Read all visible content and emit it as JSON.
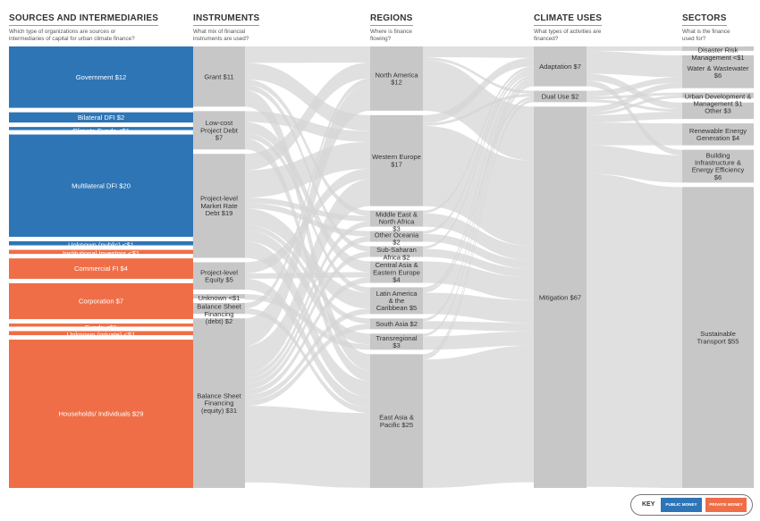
{
  "columns": {
    "sources": {
      "title": "SOURCES AND INTERMEDIARIES",
      "subtitle": "Which type of organizations are sources or intermediaries of capital for urban climate finance?"
    },
    "instruments": {
      "title": "INSTRUMENTS",
      "subtitle": "What mix of financial instruments are used?"
    },
    "regions": {
      "title": "REGIONS",
      "subtitle": "Where is finance flowing?"
    },
    "uses": {
      "title": "CLIMATE USES",
      "subtitle": "What types of activities are financed?"
    },
    "sectors": {
      "title": "SECTORS",
      "subtitle": "What is the finance used for?"
    }
  },
  "key": {
    "label": "KEY",
    "public": "PUBLIC MONEY",
    "private": "PRIVATE MONEY"
  },
  "colors": {
    "public": "#2e75b6",
    "private": "#ef6e47",
    "node": "#c7c7c7",
    "link": "#d5d5d5"
  },
  "chart_data": {
    "type": "sankey",
    "units": "$",
    "nodes": {
      "sources": [
        {
          "id": "gov",
          "label": "Government $12",
          "value": 12,
          "kind": "public"
        },
        {
          "id": "bdfi",
          "label": "Bilateral DFI $2",
          "value": 2,
          "kind": "public"
        },
        {
          "id": "cf",
          "label": "Climate Funds <$1",
          "value": 0.6,
          "kind": "public"
        },
        {
          "id": "mdfi",
          "label": "Multilateral DFI $20",
          "value": 20,
          "kind": "public"
        },
        {
          "id": "upub",
          "label": "Unknown (public) <$1",
          "value": 0.8,
          "kind": "public"
        },
        {
          "id": "inst",
          "label": "Institutional Investors <$1",
          "value": 0.8,
          "kind": "private"
        },
        {
          "id": "cfi",
          "label": "Commercial FI $4",
          "value": 4,
          "kind": "private"
        },
        {
          "id": "corp",
          "label": "Corporation $7",
          "value": 7,
          "kind": "private"
        },
        {
          "id": "funds",
          "label": "Funds <$1",
          "value": 0.6,
          "kind": "private"
        },
        {
          "id": "upriv",
          "label": "Unknown (private) <$1",
          "value": 0.8,
          "kind": "private"
        },
        {
          "id": "hh",
          "label": "Households/ Individuals $29",
          "value": 29,
          "kind": "private"
        }
      ],
      "instruments": [
        {
          "id": "grant",
          "label": "Grant $11",
          "value": 11
        },
        {
          "id": "lcpd",
          "label": "Low-cost Project Debt $7",
          "value": 7
        },
        {
          "id": "pmrd",
          "label": "Project-level Market Rate Debt $19",
          "value": 19
        },
        {
          "id": "peq",
          "label": "Project-level Equity $5",
          "value": 5
        },
        {
          "id": "unk",
          "label": "Unknown <$1",
          "value": 0.8
        },
        {
          "id": "bsd",
          "label": "Balance Sheet Financing (debt) $2",
          "value": 2
        },
        {
          "id": "bse",
          "label": "Balance Sheet Financing (equity) $31",
          "value": 31
        }
      ],
      "regions": [
        {
          "id": "na",
          "label": "North America $12",
          "value": 12
        },
        {
          "id": "we",
          "label": "Western Europe $17",
          "value": 17
        },
        {
          "id": "mena",
          "label": "Middle East & North Africa $3",
          "value": 3
        },
        {
          "id": "oo",
          "label": "Other Oceania $2",
          "value": 2
        },
        {
          "id": "ssa",
          "label": "Sub-Saharan Africa $2",
          "value": 2
        },
        {
          "id": "cae",
          "label": "Central Asia & Eastern Europe $4",
          "value": 4
        },
        {
          "id": "lac",
          "label": "Latin America & the Caribbean $5",
          "value": 5
        },
        {
          "id": "sa",
          "label": "South Asia $2",
          "value": 2
        },
        {
          "id": "tr",
          "label": "Transregional $3",
          "value": 3
        },
        {
          "id": "eap",
          "label": "East Asia & Pacific $25",
          "value": 25
        }
      ],
      "uses": [
        {
          "id": "adapt",
          "label": "Adaptation $7",
          "value": 7
        },
        {
          "id": "dual",
          "label": "Dual Use $2",
          "value": 2
        },
        {
          "id": "mitig",
          "label": "Mitigation $67",
          "value": 67
        }
      ],
      "sectors": [
        {
          "id": "drm",
          "label": "Disaster Risk Management <$1",
          "value": 0.8
        },
        {
          "id": "water",
          "label": "Water & Wastewater $6",
          "value": 6
        },
        {
          "id": "udm",
          "label": "Urban Development & Management $1",
          "value": 1
        },
        {
          "id": "other",
          "label": "Other $3",
          "value": 3
        },
        {
          "id": "reg",
          "label": "Renewable Energy Generation $4",
          "value": 4
        },
        {
          "id": "bie",
          "label": "Building Infrastructure & Energy Efficiency $6",
          "value": 6
        },
        {
          "id": "st",
          "label": "Sustainable Transport $55",
          "value": 55
        }
      ]
    },
    "links": [
      {
        "source": "gov",
        "target": "grant",
        "value": 6.5
      },
      {
        "source": "gov",
        "target": "lcpd",
        "value": 1.5
      },
      {
        "source": "gov",
        "target": "pmrd",
        "value": 1.5
      },
      {
        "source": "gov",
        "target": "bsd",
        "value": 1.5
      },
      {
        "source": "gov",
        "target": "bse",
        "value": 1
      },
      {
        "source": "bdfi",
        "target": "grant",
        "value": 0.6
      },
      {
        "source": "bdfi",
        "target": "lcpd",
        "value": 1.4
      },
      {
        "source": "cf",
        "target": "grant",
        "value": 0.3
      },
      {
        "source": "cf",
        "target": "lcpd",
        "value": 0.3
      },
      {
        "source": "mdfi",
        "target": "grant",
        "value": 2
      },
      {
        "source": "mdfi",
        "target": "lcpd",
        "value": 3
      },
      {
        "source": "mdfi",
        "target": "pmrd",
        "value": 12
      },
      {
        "source": "mdfi",
        "target": "peq",
        "value": 2
      },
      {
        "source": "mdfi",
        "target": "unk",
        "value": 1
      },
      {
        "source": "upub",
        "target": "grant",
        "value": 0.4
      },
      {
        "source": "upub",
        "target": "unk",
        "value": 0.4
      },
      {
        "source": "inst",
        "target": "pmrd",
        "value": 0.8
      },
      {
        "source": "cfi",
        "target": "pmrd",
        "value": 2.5
      },
      {
        "source": "cfi",
        "target": "peq",
        "value": 1.5
      },
      {
        "source": "corp",
        "target": "pmrd",
        "value": 2
      },
      {
        "source": "corp",
        "target": "peq",
        "value": 1.5
      },
      {
        "source": "corp",
        "target": "bsd",
        "value": 0.5
      },
      {
        "source": "corp",
        "target": "bse",
        "value": 3
      },
      {
        "source": "funds",
        "target": "peq",
        "value": 0.6
      },
      {
        "source": "upriv",
        "target": "bse",
        "value": 0.8
      },
      {
        "source": "hh",
        "target": "bse",
        "value": 29
      },
      {
        "source": "grant",
        "target": "na",
        "value": 3
      },
      {
        "source": "grant",
        "target": "we",
        "value": 3
      },
      {
        "source": "grant",
        "target": "mena",
        "value": 1
      },
      {
        "source": "grant",
        "target": "ssa",
        "value": 1
      },
      {
        "source": "grant",
        "target": "eap",
        "value": 3
      },
      {
        "source": "lcpd",
        "target": "we",
        "value": 2
      },
      {
        "source": "lcpd",
        "target": "cae",
        "value": 2
      },
      {
        "source": "lcpd",
        "target": "lac",
        "value": 1
      },
      {
        "source": "lcpd",
        "target": "eap",
        "value": 2
      },
      {
        "source": "pmrd",
        "target": "na",
        "value": 3
      },
      {
        "source": "pmrd",
        "target": "we",
        "value": 5
      },
      {
        "source": "pmrd",
        "target": "mena",
        "value": 1
      },
      {
        "source": "pmrd",
        "target": "oo",
        "value": 1
      },
      {
        "source": "pmrd",
        "target": "lac",
        "value": 3
      },
      {
        "source": "pmrd",
        "target": "sa",
        "value": 1
      },
      {
        "source": "pmrd",
        "target": "tr",
        "value": 2
      },
      {
        "source": "pmrd",
        "target": "eap",
        "value": 3
      },
      {
        "source": "peq",
        "target": "we",
        "value": 2
      },
      {
        "source": "peq",
        "target": "cae",
        "value": 1
      },
      {
        "source": "peq",
        "target": "eap",
        "value": 2
      },
      {
        "source": "unk",
        "target": "tr",
        "value": 1
      },
      {
        "source": "bsd",
        "target": "na",
        "value": 1
      },
      {
        "source": "bsd",
        "target": "eap",
        "value": 1
      },
      {
        "source": "bse",
        "target": "na",
        "value": 5
      },
      {
        "source": "bse",
        "target": "we",
        "value": 5
      },
      {
        "source": "bse",
        "target": "mena",
        "value": 1
      },
      {
        "source": "bse",
        "target": "oo",
        "value": 1
      },
      {
        "source": "bse",
        "target": "ssa",
        "value": 1
      },
      {
        "source": "bse",
        "target": "cae",
        "value": 1
      },
      {
        "source": "bse",
        "target": "lac",
        "value": 1
      },
      {
        "source": "bse",
        "target": "sa",
        "value": 1
      },
      {
        "source": "bse",
        "target": "eap",
        "value": 14
      },
      {
        "source": "na",
        "target": "adapt",
        "value": 2
      },
      {
        "source": "na",
        "target": "dual",
        "value": 0.5
      },
      {
        "source": "na",
        "target": "mitig",
        "value": 9.5
      },
      {
        "source": "we",
        "target": "adapt",
        "value": 1.5
      },
      {
        "source": "we",
        "target": "dual",
        "value": 0.5
      },
      {
        "source": "we",
        "target": "mitig",
        "value": 15
      },
      {
        "source": "mena",
        "target": "adapt",
        "value": 0.5
      },
      {
        "source": "mena",
        "target": "mitig",
        "value": 2.5
      },
      {
        "source": "oo",
        "target": "adapt",
        "value": 0.5
      },
      {
        "source": "oo",
        "target": "mitig",
        "value": 1.5
      },
      {
        "source": "ssa",
        "target": "adapt",
        "value": 0.5
      },
      {
        "source": "ssa",
        "target": "mitig",
        "value": 1.5
      },
      {
        "source": "cae",
        "target": "mitig",
        "value": 4
      },
      {
        "source": "lac",
        "target": "adapt",
        "value": 0.5
      },
      {
        "source": "lac",
        "target": "dual",
        "value": 0.5
      },
      {
        "source": "lac",
        "target": "mitig",
        "value": 4
      },
      {
        "source": "sa",
        "target": "adapt",
        "value": 0.5
      },
      {
        "source": "sa",
        "target": "mitig",
        "value": 1.5
      },
      {
        "source": "tr",
        "target": "adapt",
        "value": 0.5
      },
      {
        "source": "tr",
        "target": "mitig",
        "value": 2.5
      },
      {
        "source": "eap",
        "target": "adapt",
        "value": 0.5
      },
      {
        "source": "eap",
        "target": "dual",
        "value": 0.5
      },
      {
        "source": "eap",
        "target": "mitig",
        "value": 24
      },
      {
        "source": "adapt",
        "target": "drm",
        "value": 0.8
      },
      {
        "source": "adapt",
        "target": "water",
        "value": 4
      },
      {
        "source": "adapt",
        "target": "other",
        "value": 1.2
      },
      {
        "source": "adapt",
        "target": "bie",
        "value": 1
      },
      {
        "source": "dual",
        "target": "water",
        "value": 1
      },
      {
        "source": "dual",
        "target": "udm",
        "value": 0.5
      },
      {
        "source": "dual",
        "target": "other",
        "value": 0.5
      },
      {
        "source": "mitig",
        "target": "water",
        "value": 1
      },
      {
        "source": "mitig",
        "target": "udm",
        "value": 0.5
      },
      {
        "source": "mitig",
        "target": "other",
        "value": 1.3
      },
      {
        "source": "mitig",
        "target": "reg",
        "value": 4
      },
      {
        "source": "mitig",
        "target": "bie",
        "value": 5
      },
      {
        "source": "mitig",
        "target": "st",
        "value": 55
      }
    ]
  }
}
